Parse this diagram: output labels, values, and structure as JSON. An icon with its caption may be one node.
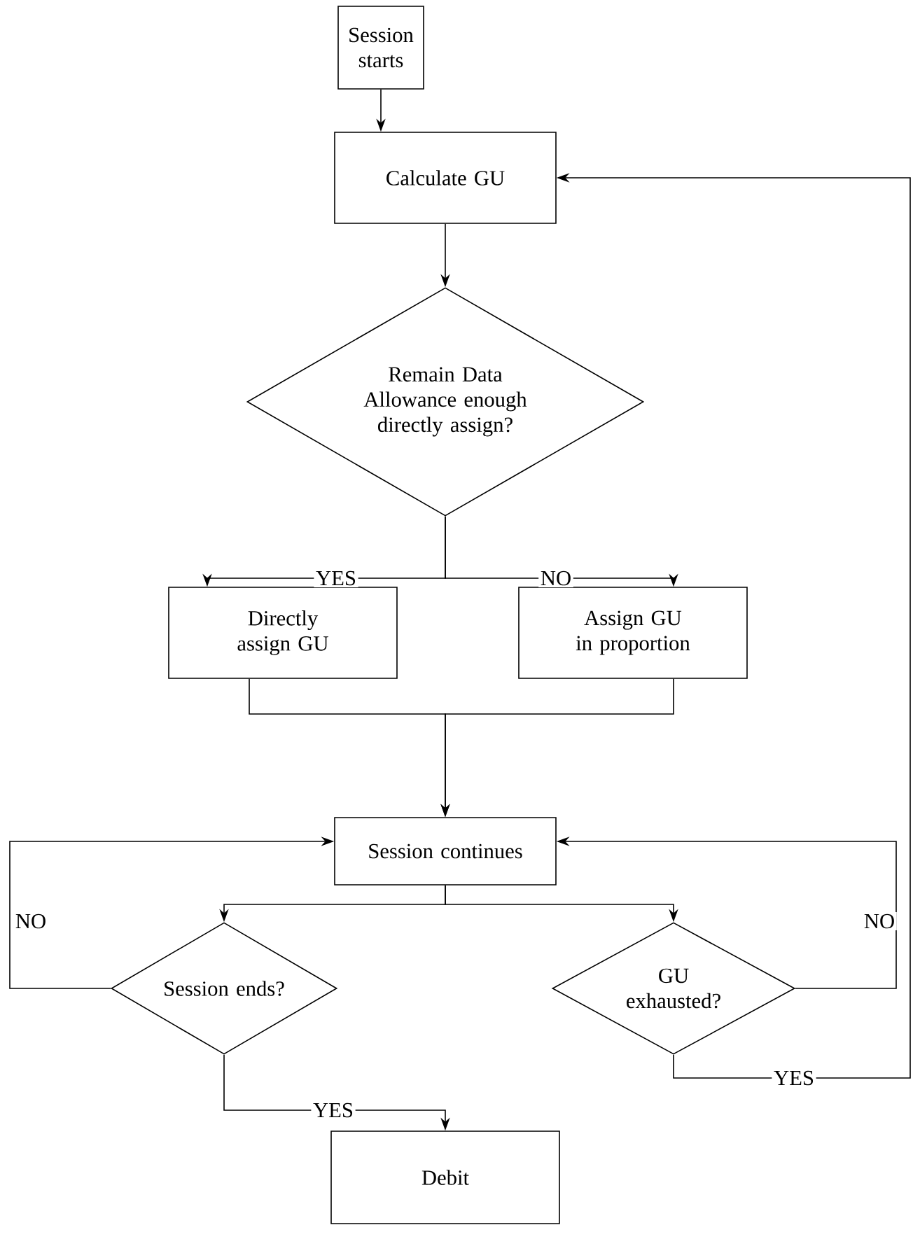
{
  "diagram": {
    "nodes": [
      {
        "text": [
          "Session starts"
        ]
      },
      {
        "text": [
          "Calculate GU"
        ]
      },
      {
        "text": [
          "Remain Data Allowance enough directly assign?"
        ]
      },
      {
        "text": [
          "Directly assign GU"
        ]
      },
      {
        "text": [
          "Assign GU in proportion"
        ]
      },
      {
        "text": [
          "Session continues"
        ]
      },
      {
        "text": [
          "Session ends?"
        ]
      },
      {
        "text": [
          "GU exhausted?"
        ]
      },
      {
        "text": [
          "Debit"
        ]
      }
    ],
    "edges": [
      {
        "from": 0,
        "to": 1,
        "arrow": "to"
      },
      {
        "from": 1,
        "to": 2,
        "arrow": "to"
      },
      {
        "from": 2,
        "to": 3,
        "arrow": "to",
        "label": "YES"
      },
      {
        "from": 2,
        "to": 4,
        "arrow": "to",
        "label": "NO"
      },
      {
        "from": 3,
        "to": 5,
        "arrow": "to"
      },
      {
        "from": 4,
        "to": 5,
        "arrow": "to"
      },
      {
        "from": 5,
        "to": 6,
        "arrow": "to"
      },
      {
        "from": 5,
        "to": 7,
        "arrow": "to"
      },
      {
        "from": 6,
        "to": 5,
        "arrow": "to",
        "label": "NO"
      },
      {
        "from": 7,
        "to": 5,
        "arrow": "to",
        "label": "NO"
      },
      {
        "from": 6,
        "to": 8,
        "arrow": "to",
        "label": "YES"
      },
      {
        "from": 7,
        "to": 1,
        "arrow": "to",
        "label": "YES"
      }
    ]
  }
}
